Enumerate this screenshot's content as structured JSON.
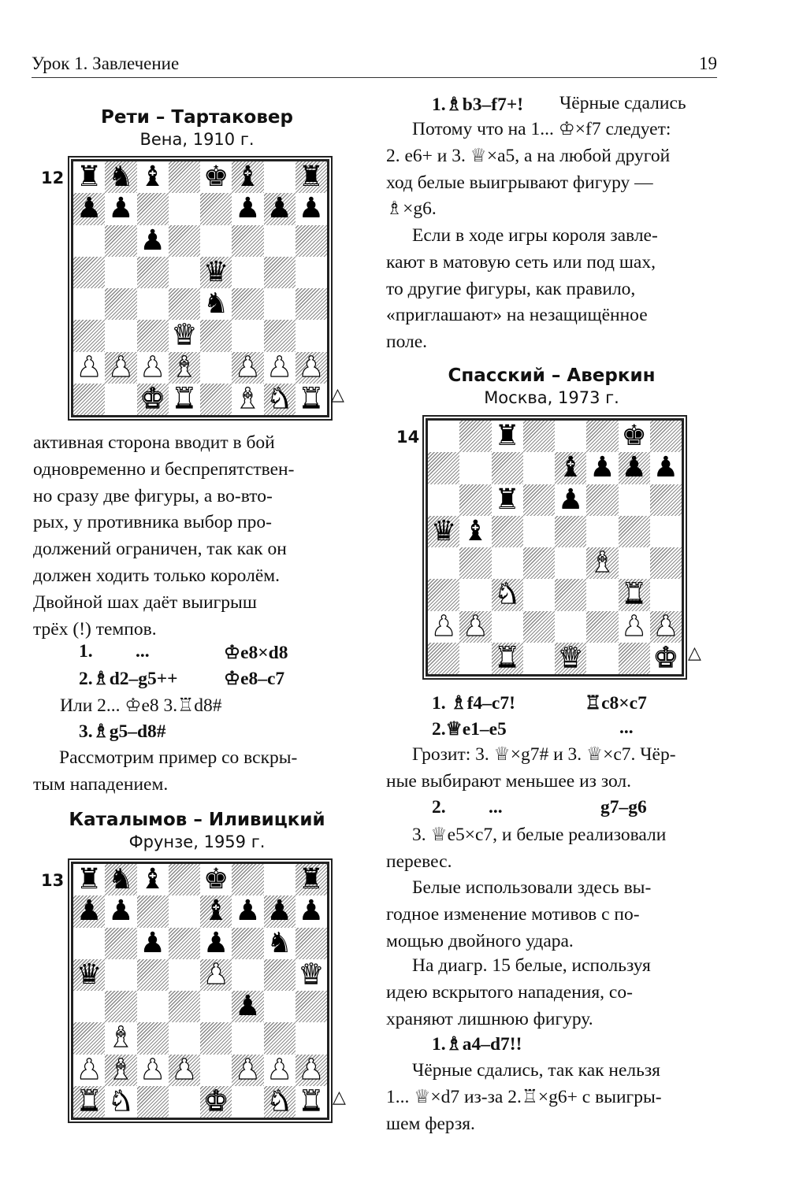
{
  "header": {
    "chapter": "Урок 1. Завлечение",
    "page": "19"
  },
  "diagrams": [
    {
      "number": "12",
      "players": "Рети – Тартаковер",
      "place": "Вена, 1910 г.",
      "to_move": "△",
      "position": [
        [
          "bR",
          "bN",
          "bB",
          "",
          "bK",
          "bB",
          "",
          "bR"
        ],
        [
          "bP",
          "bP",
          "",
          "",
          "",
          "bP",
          "bP",
          "bP"
        ],
        [
          "",
          "",
          "bP",
          "",
          "",
          "",
          "",
          ""
        ],
        [
          "",
          "",
          "",
          "",
          "bQ",
          "",
          "",
          ""
        ],
        [
          "",
          "",
          "",
          "",
          "bN",
          "",
          "",
          ""
        ],
        [
          "",
          "",
          "",
          "wQ",
          "",
          "",
          "",
          ""
        ],
        [
          "wP",
          "wP",
          "wP",
          "wB",
          "",
          "wP",
          "wP",
          "wP"
        ],
        [
          "",
          "",
          "wK",
          "wR",
          "",
          "wB",
          "wN",
          "wR"
        ]
      ]
    },
    {
      "number": "13",
      "players": "Каталымов – Иливицкий",
      "place": "Фрунзе, 1959 г.",
      "to_move": "△",
      "position": [
        [
          "bR",
          "bN",
          "bB",
          "",
          "bK",
          "",
          "",
          "bR"
        ],
        [
          "bP",
          "bP",
          "",
          "",
          "bB",
          "bP",
          "bP",
          "bP"
        ],
        [
          "",
          "",
          "bP",
          "",
          "bP",
          "",
          "bN",
          ""
        ],
        [
          "bQ",
          "",
          "",
          "",
          "wP",
          "",
          "",
          "wQ"
        ],
        [
          "",
          "",
          "",
          "",
          "",
          "bP",
          "",
          ""
        ],
        [
          "",
          "wB",
          "",
          "",
          "",
          "",
          "",
          ""
        ],
        [
          "wP",
          "wB",
          "wP",
          "wP",
          "",
          "wP",
          "wP",
          "wP"
        ],
        [
          "wR",
          "wN",
          "",
          "",
          "wK",
          "",
          "wN",
          "wR"
        ]
      ]
    },
    {
      "number": "14",
      "players": "Спасский – Аверкин",
      "place": "Москва, 1973 г.",
      "to_move": "△",
      "position": [
        [
          "",
          "",
          "bR",
          "",
          "",
          "",
          "bK",
          ""
        ],
        [
          "",
          "",
          "",
          "",
          "bB",
          "bP",
          "bP",
          "bP"
        ],
        [
          "",
          "",
          "bR",
          "",
          "bP",
          "",
          "",
          ""
        ],
        [
          "bQ",
          "bB",
          "",
          "",
          "",
          "",
          "",
          ""
        ],
        [
          "",
          "",
          "",
          "",
          "",
          "wB",
          "",
          ""
        ],
        [
          "",
          "",
          "wN",
          "",
          "",
          "",
          "wR",
          ""
        ],
        [
          "wP",
          "wP",
          "",
          "",
          "",
          "",
          "wP",
          "wP"
        ],
        [
          "",
          "",
          "wR",
          "",
          "wQ",
          "",
          "",
          "wK"
        ]
      ]
    }
  ],
  "left": {
    "para1": [
      "активная сторона вводит в бой",
      "одновременно и беспрепятствен-",
      "но сразу две фигуры, а во-вто-",
      "рых, у противника выбор про-",
      "должений ограничен, так как он",
      "должен ходить только королём.",
      "Двойной шах даёт выигрыш",
      "трёх (!) темпов."
    ],
    "m1_num": "1.",
    "m1_w": "...",
    "m1_b": "♔e8×d8",
    "m2_w": "2.♗d2–g5++",
    "m2_b": "♔e8–c7",
    "or_line": "Или 2... ♔e8 3.♖d8#",
    "m3": "3.♗g5–d8#",
    "para2": [
      "Рассмотрим пример со вскры-",
      "тым нападением."
    ]
  },
  "right": {
    "m1": "1.♗b3–f7+!",
    "m1_rest": "Чёрные сдались",
    "para1": [
      "Потому что на 1... ♔×f7 следует:",
      "2. e6+ и 3. ♕×a5, а на любой другой",
      "ход белые выигрывают фигуру —",
      "♗×g6."
    ],
    "para2": [
      "Если в ходе игры короля завле-",
      "кают в матовую сеть или под шах,",
      "то другие фигуры, как правило,",
      "«приглашают» на незащищённое",
      "поле."
    ],
    "s1_w": "1. ♗f4–c7!",
    "s1_b": "♖c8×c7",
    "s2_w": "2.♕e1–e5",
    "s2_b": "...",
    "para3": [
      "Грозит: 3. ♕×g7# и 3. ♕×c7. Чёр-",
      "ные выбирают меньшее из зол."
    ],
    "s3_num": "2.",
    "s3_w": "...",
    "s3_b": "g7–g6",
    "para4": [
      "3. ♕e5×c7, и белые реализовали",
      "перевес."
    ],
    "para5": [
      "Белые использовали здесь вы-",
      "годное изменение мотивов с по-",
      "мощью двойного удара."
    ],
    "para6": [
      "На диагр. 15 белые, используя",
      "идею вскрытого нападения, со-",
      "храняют лишнюю фигуру."
    ],
    "m_last": "1.♗a4–d7!!",
    "para7": [
      "Чёрные сдались, так как нельзя",
      "1... ♕×d7 из-за 2.♖×g6+ с выигры-",
      "шем ферзя."
    ]
  }
}
